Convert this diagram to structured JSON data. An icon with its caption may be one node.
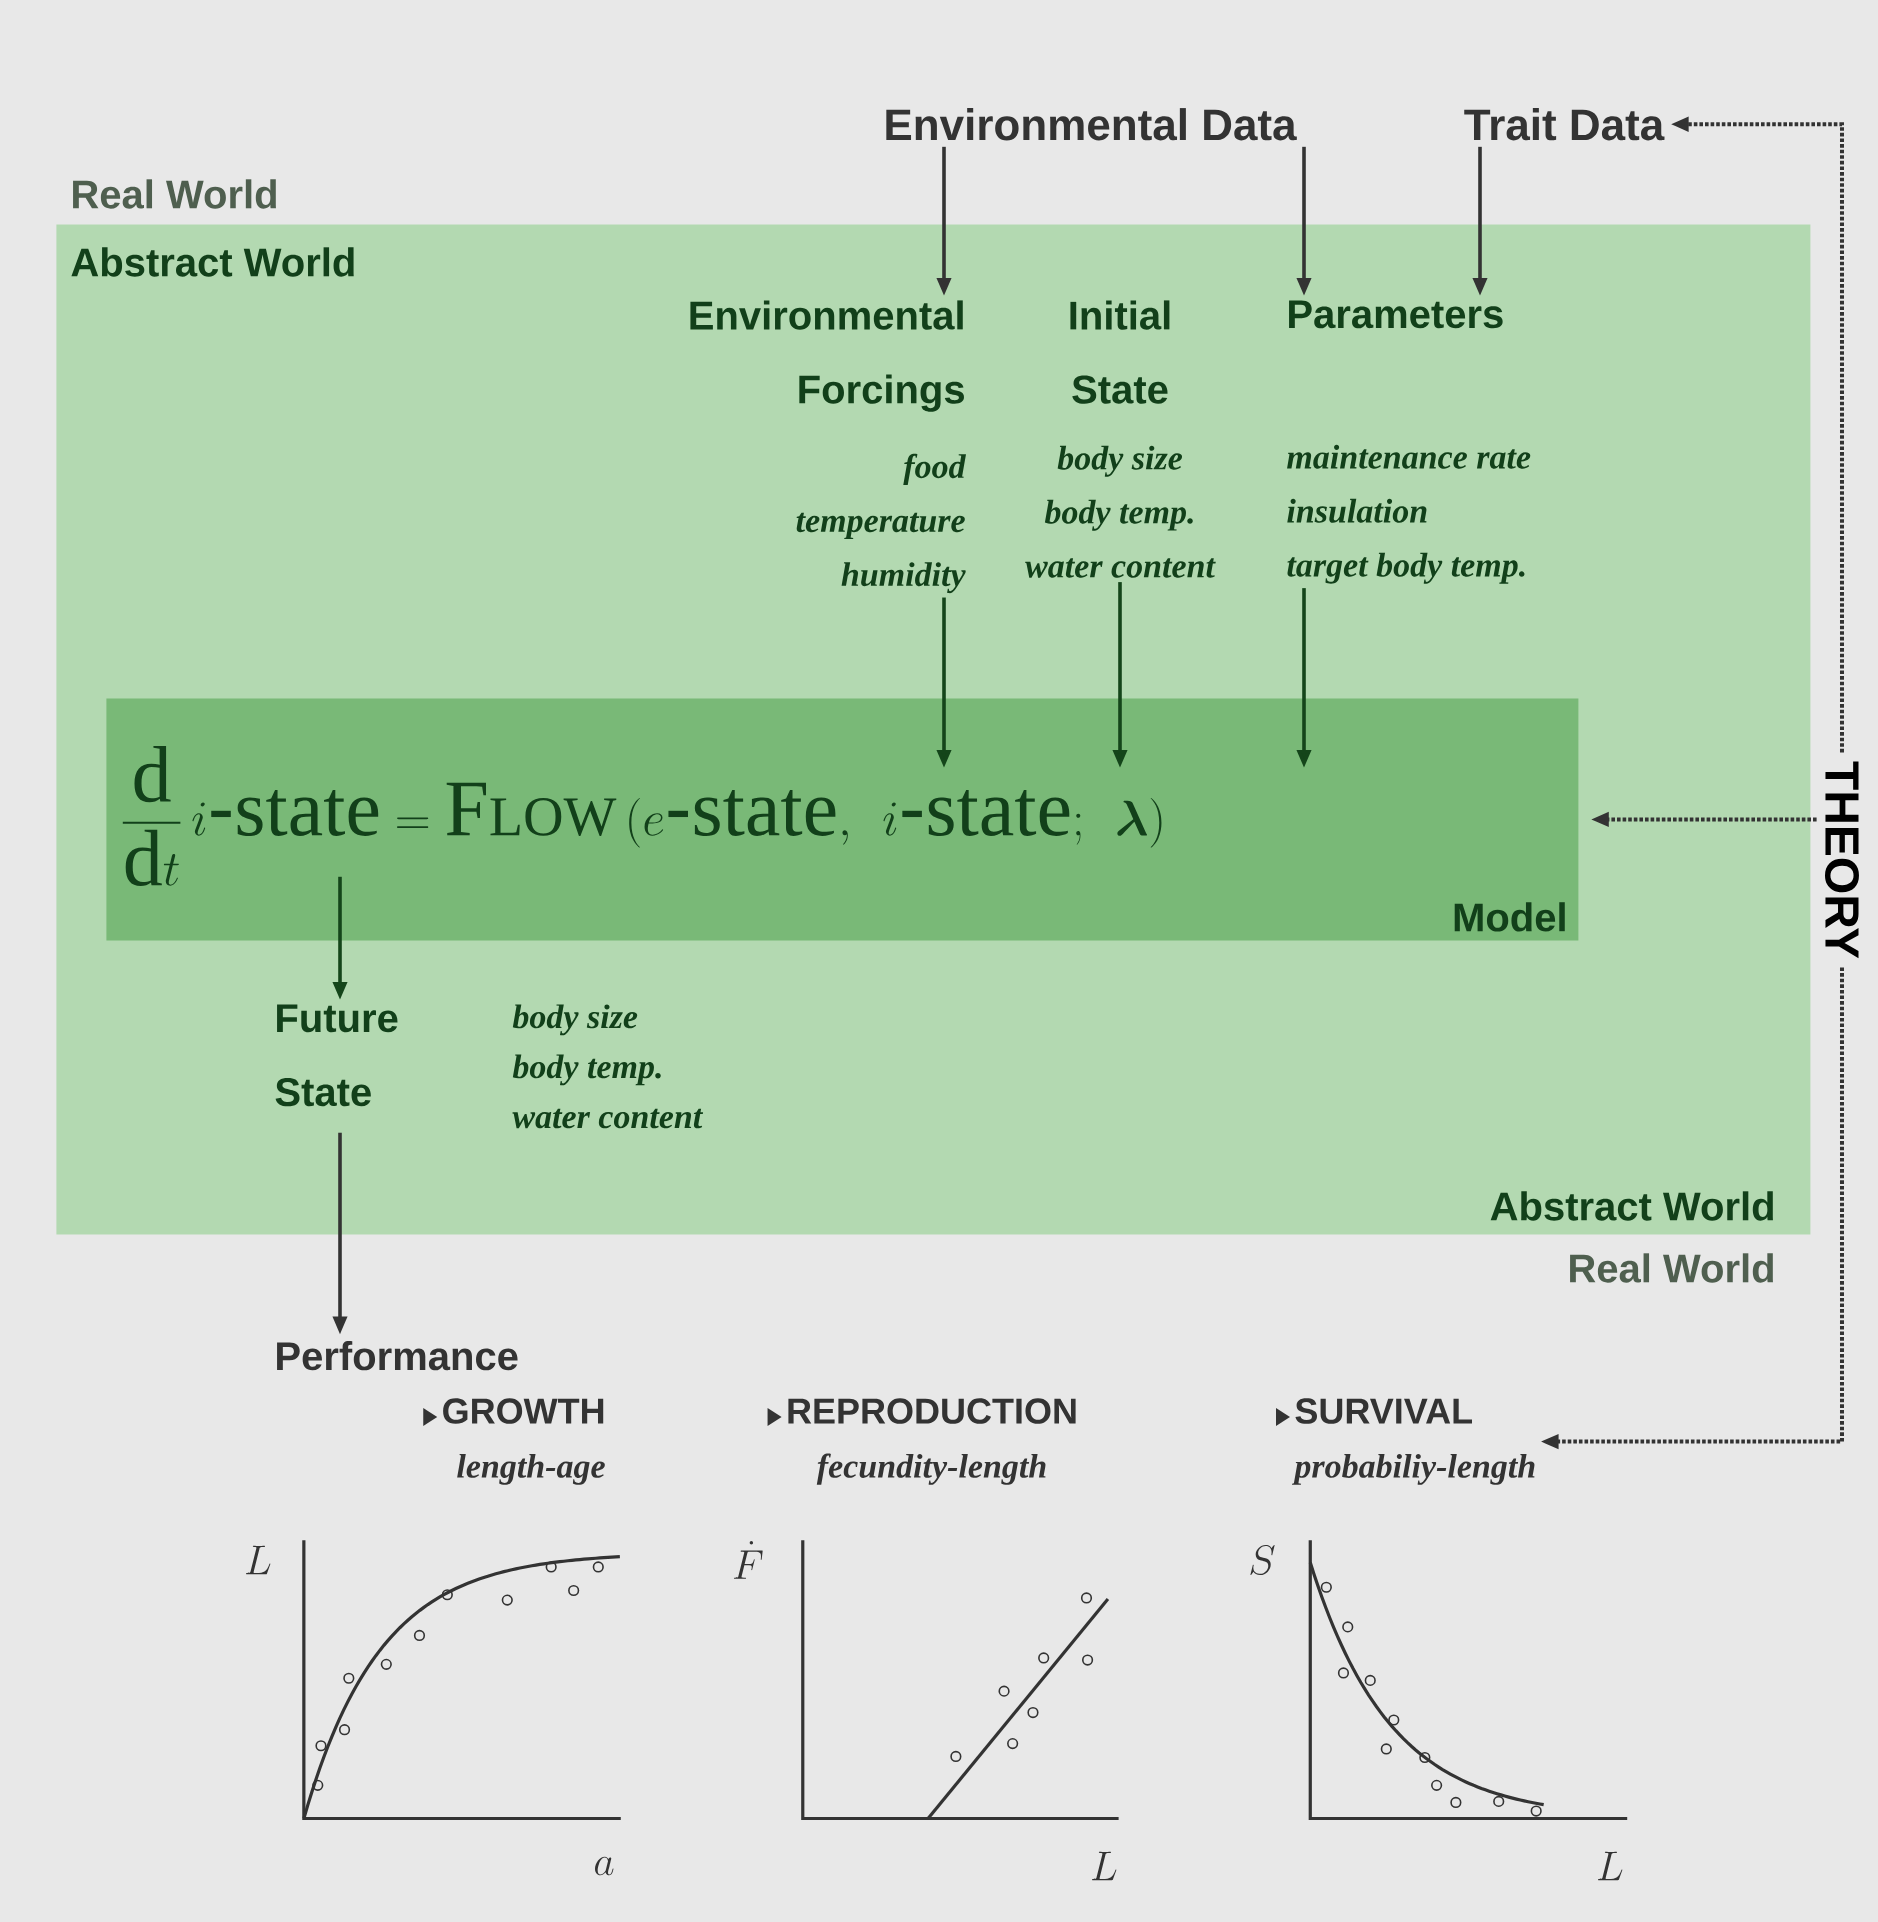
{
  "diagram": {
    "nodes": [
      {
        "text": [
          "Environmental Data"
        ]
      },
      {
        "text": [
          "Trait Data"
        ]
      },
      {
        "text": [
          "Abstract World",
          "Abstract World"
        ]
      },
      {
        "text": [
          "Environmental Forcings"
        ],
        "in": 2,
        "beside": [
          "food",
          "temperature",
          "humidity"
        ]
      },
      {
        "text": [
          "Initial State"
        ],
        "in": 2,
        "beside": [
          "body size",
          "body temp.",
          "water content"
        ]
      },
      {
        "text": [
          "Parameters"
        ],
        "in": 2,
        "beside": [
          "maintenance rate",
          "insulation",
          "target body temp."
        ]
      },
      {
        "text": [
          "\\frac{\\mathrm{d}}{\\mathrm{d}t}\\,i\\mbox{-}\\mathrm{state} = \\mathrm{F}{\\scriptstyle\\mathrm{LOW}}\\,(e\\mbox{-}\\mathrm{state},\\ i\\mbox{-}\\mathrm{state};\\ \\boldsymbol{\\lambda})",
          "Model"
        ],
        "in": 2
      },
      {
        "text": [
          "Future State"
        ],
        "in": 2,
        "beside": [
          "body size",
          "body temp.",
          "water content"
        ]
      },
      {
        "text": [
          "Performance"
        ]
      },
      {
        "text": [
          "GROWTH",
          "length-age"
        ]
      },
      {
        "text": [
          "REPRODUCTION",
          "fecundity-length"
        ]
      },
      {
        "text": [
          "SURVIVAL",
          "probabiliy-length"
        ]
      },
      {
        "text": [
          "THEORY"
        ]
      }
    ],
    "edges": [
      {
        "from": 0,
        "to": 3,
        "arrow": "to"
      },
      {
        "from": 0,
        "to": 5,
        "arrow": "to"
      },
      {
        "from": 1,
        "to": 5,
        "arrow": "to"
      },
      {
        "from": 3,
        "to": 6,
        "arrow": "to",
        "color": "#14451a"
      },
      {
        "from": 4,
        "to": 6,
        "arrow": "to",
        "color": "#14451a"
      },
      {
        "from": 5,
        "to": 6,
        "arrow": "to",
        "color": "#14451a"
      },
      {
        "from": 6,
        "to": 7,
        "arrow": "to",
        "color": "#14451a"
      },
      {
        "from": 7,
        "to": 8,
        "arrow": "to"
      },
      {
        "from": 12,
        "to": 1,
        "arrow": "to",
        "style": "dashed"
      },
      {
        "from": 12,
        "to": 6,
        "arrow": "to",
        "style": "dashed"
      },
      {
        "from": 12,
        "to": 11,
        "arrow": "to",
        "style": "dashed"
      }
    ],
    "labels": [
      "Real World",
      "Real World",
      "L",
      "a",
      "\\dot{F}",
      "L",
      "S",
      "L"
    ]
  }
}
